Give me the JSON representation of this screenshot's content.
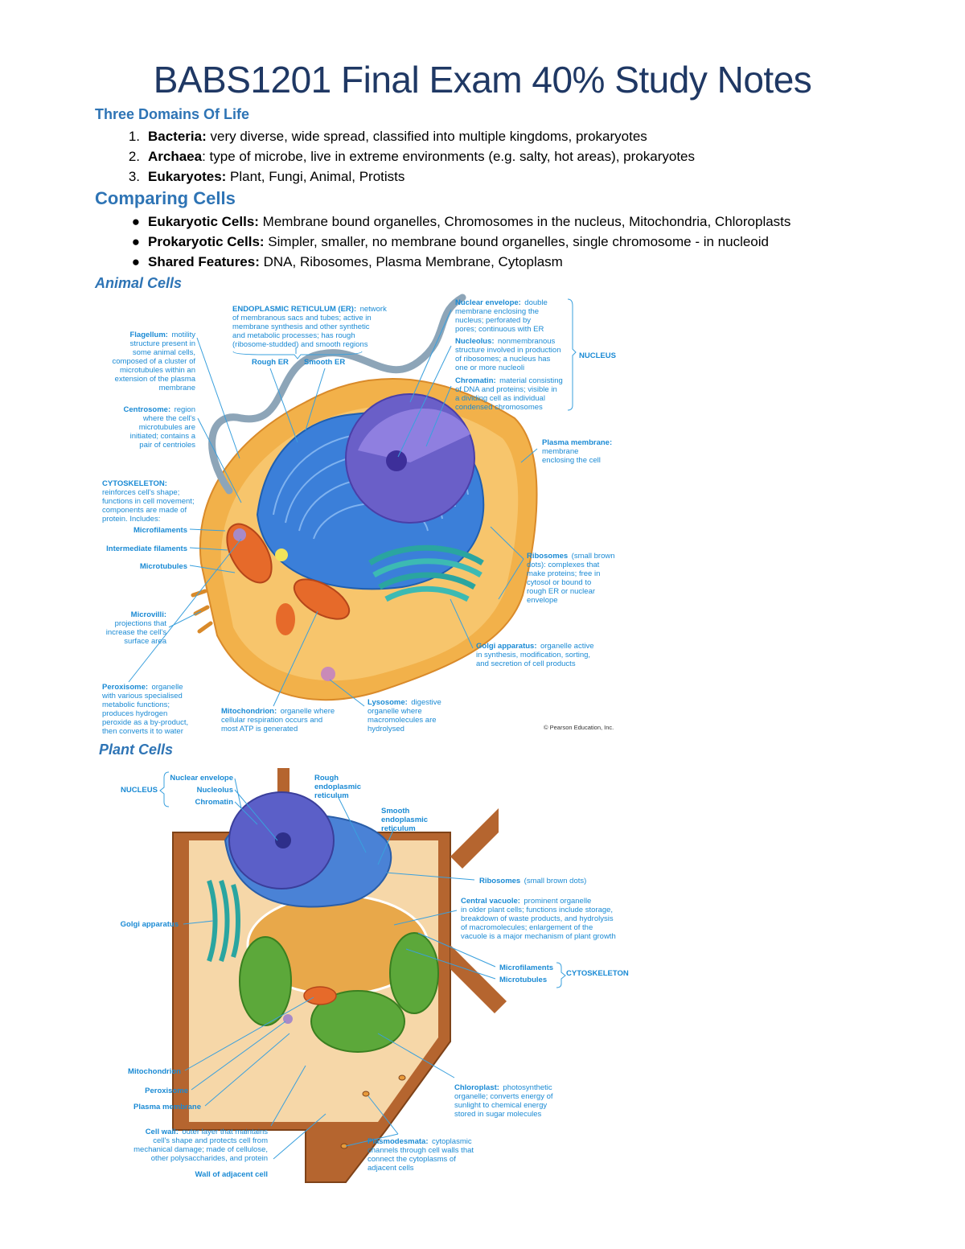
{
  "title": "BABS1201 Final Exam 40% Study Notes",
  "domains": {
    "heading": "Three Domains Of Life",
    "items": [
      {
        "num": "1.",
        "term": "Bacteria:",
        "desc": " very diverse, wide spread, classified into multiple kingdoms, prokaryotes"
      },
      {
        "num": "2.",
        "term": "Archaea",
        "desc": ": type of microbe, live in extreme environments (e.g. salty, hot areas), prokaryotes"
      },
      {
        "num": "3.",
        "term": "Eukaryotes:",
        "desc": " Plant, Fungi, Animal, Protists"
      }
    ]
  },
  "comparing": {
    "heading": "Comparing Cells",
    "items": [
      {
        "term": "Eukaryotic Cells:",
        "desc": " Membrane bound organelles, Chromosomes in the nucleus, Mitochondria, Chloroplasts"
      },
      {
        "term": "Prokaryotic Cells:",
        "desc": " Simpler, smaller, no membrane bound organelles, single chromosome - in nucleoid"
      },
      {
        "term": "Shared Features:",
        "desc": " DNA, Ribosomes, Plasma Membrane, Cytoplasm"
      }
    ]
  },
  "animal": {
    "heading": "Animal Cells",
    "labels": {
      "er_title": "ENDOPLASMIC RETICULUM (ER):",
      "er_1": "network",
      "er_2": "of membranous sacs and tubes; active in",
      "er_3": "membrane synthesis and other synthetic",
      "er_4": "and metabolic processes; has rough",
      "er_5": "(ribosome-studded) and smooth regions",
      "rough_er": "Rough ER",
      "smooth_er": "Smooth ER",
      "flag_title": "Flagellum:",
      "flag_1": "motility",
      "flag_2": "structure present in",
      "flag_3": "some animal cells,",
      "flag_4": "composed of a cluster of",
      "flag_5": "microtubules within an",
      "flag_6": "extension of the plasma",
      "flag_7": "membrane",
      "cent_title": "Centrosome:",
      "cent_1": "region",
      "cent_2": "where the cell's",
      "cent_3": "microtubules are",
      "cent_4": "initiated; contains a",
      "cent_5": "pair of centrioles",
      "cyto_title": "CYTOSKELETON:",
      "cyto_1": "reinforces cell's shape;",
      "cyto_2": "functions in cell movement;",
      "cyto_3": "components are made of",
      "cyto_4": "protein. Includes:",
      "microfilaments": "Microfilaments",
      "intermediate": "Intermediate filaments",
      "microtubules": "Microtubules",
      "microvilli_title": "Microvilli:",
      "microvilli_1": "projections that",
      "microvilli_2": "increase the cell's",
      "microvilli_3": "surface area",
      "perox_title": "Peroxisome:",
      "perox_1": "organelle",
      "perox_2": "with various specialised",
      "perox_3": "metabolic functions;",
      "perox_4": "produces hydrogen",
      "perox_5": "peroxide as a by-product,",
      "perox_6": "then converts it to water",
      "mito_title": "Mitochondrion:",
      "mito_1": "organelle where",
      "mito_2": "cellular respiration occurs and",
      "mito_3": "most ATP is generated",
      "lyso_title": "Lysosome:",
      "lyso_1": "digestive",
      "lyso_2": "organelle where",
      "lyso_3": "macromolecules are",
      "lyso_4": "hydrolysed",
      "credit": "© Pearson Education, Inc.",
      "nenv_title": "Nuclear envelope:",
      "nenv_1": "double",
      "nenv_2": "membrane enclosing the",
      "nenv_3": "nucleus; perforated by",
      "nenv_4": "pores; continuous with ER",
      "nucl_title": "Nucleolus:",
      "nucl_1": "nonmembranous",
      "nucl_2": "structure involved in production",
      "nucl_3": "of ribosomes; a nucleus has",
      "nucl_4": "one or more nucleoli",
      "nucleus": "NUCLEUS",
      "chrom_title": "Chromatin:",
      "chrom_1": "material consisting",
      "chrom_2": "of DNA and proteins; visible in",
      "chrom_3": "a dividing cell as individual",
      "chrom_4": "condensed chromosomes",
      "pm_title": "Plasma membrane:",
      "pm_1": "membrane",
      "pm_2": "enclosing the cell",
      "ribo_title": "Ribosomes",
      "ribo_1": "(small brown",
      "ribo_2": "dots): complexes  that",
      "ribo_3": "make proteins; free in",
      "ribo_4": "cytosol or bound to",
      "ribo_5": "rough ER or nuclear",
      "ribo_6": "envelope",
      "golgi_title": "Golgi apparatus:",
      "golgi_1": "organelle active",
      "golgi_2": "in synthesis, modification, sorting,",
      "golgi_3": "and secretion of cell products"
    }
  },
  "plant": {
    "heading": "Plant Cells",
    "labels": {
      "nucleus": "NUCLEUS",
      "nenv": "Nuclear envelope",
      "nucleolus": "Nucleolus",
      "chromatin": "Chromatin",
      "rough_1": "Rough",
      "rough_2": "endoplasmic",
      "rough_3": "reticulum",
      "smooth_1": "Smooth",
      "smooth_2": "endoplasmic",
      "smooth_3": "reticulum",
      "ribo_title": "Ribosomes",
      "ribo_1": "(small brown dots)",
      "cv_title": "Central vacuole:",
      "cv_1": "prominent organelle",
      "cv_2": "in older plant cells; functions include storage,",
      "cv_3": "breakdown of waste products, and hydrolysis",
      "cv_4": "of macromolecules; enlargement of the",
      "cv_5": "vacuole is a major mechanism of plant growth",
      "golgi": "Golgi apparatus",
      "microfilaments": "Microfilaments",
      "microtubules": "Microtubules",
      "cytoskeleton": "CYTOSKELETON",
      "mito": "Mitochondrion",
      "perox": "Peroxisome",
      "pm": "Plasma membrane",
      "cw_title": "Cell wall:",
      "cw_1": "outer layer that maintains",
      "cw_2": "cell's shape and protects cell from",
      "cw_3": "mechanical damage; made of cellulose,",
      "cw_4": "other polysaccharides, and protein",
      "wall_adj": "Wall of adjacent cell",
      "chloro_title": "Chloroplast:",
      "chloro_1": "photosynthetic",
      "chloro_2": "organelle; converts energy of",
      "chloro_3": "sunlight to chemical energy",
      "chloro_4": "stored in sugar molecules",
      "plasmo_title": "Plasmodesmata:",
      "plasmo_1": "cytoplasmic",
      "plasmo_2": "channels through cell walls that",
      "plasmo_3": "connect the cytoplasms of",
      "plasmo_4": "adjacent cells"
    }
  }
}
